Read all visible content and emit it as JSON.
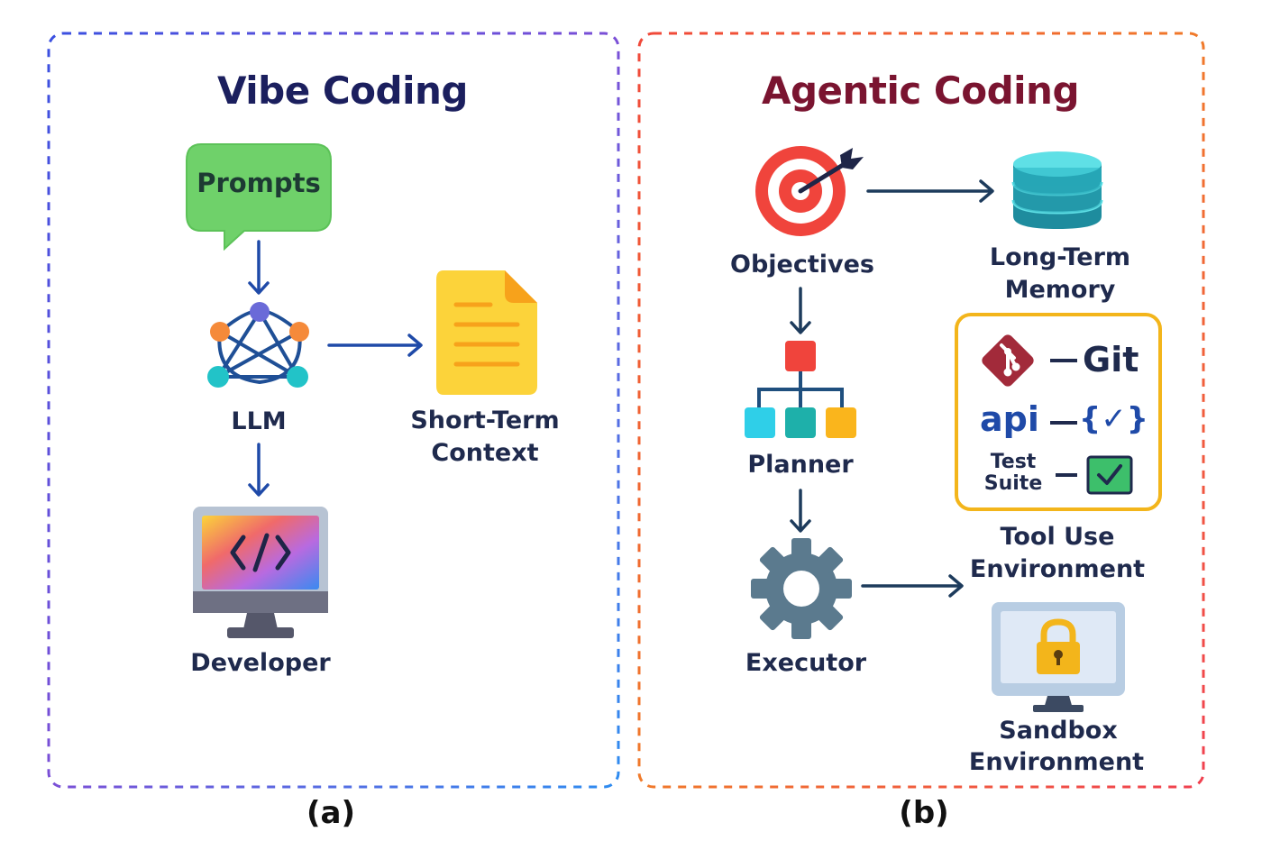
{
  "panels": {
    "a": {
      "title": "Vibe Coding",
      "caption": "(a)",
      "nodes": {
        "prompts": "Prompts",
        "llm": "LLM",
        "context_line1": "Short-Term",
        "context_line2": "Context",
        "developer": "Developer"
      },
      "icons": [
        "speech-bubble-icon",
        "network-icon",
        "document-icon",
        "monitor-code-icon"
      ]
    },
    "b": {
      "title": "Agentic Coding",
      "caption": "(b)",
      "nodes": {
        "objectives": "Objectives",
        "memory_line1": "Long-Term",
        "memory_line2": "Memory",
        "planner": "Planner",
        "executor": "Executor",
        "tools_line1": "Tool Use",
        "tools_line2": "Environment",
        "sandbox_line1": "Sandbox",
        "sandbox_line2": "Environment"
      },
      "tools": {
        "git": "Git",
        "api": "api",
        "api_symbol": "{✓}",
        "test_line1": "Test",
        "test_line2": "Suite"
      },
      "icons": [
        "target-icon",
        "database-icon",
        "hierarchy-icon",
        "gear-icon",
        "git-icon",
        "checkbox-icon",
        "lock-monitor-icon"
      ]
    }
  },
  "colors": {
    "vibe_title": "#1b1f5e",
    "agentic_title": "#7a1430",
    "arrow": "#1f4aa8",
    "arrow_b": "#1d3b5c",
    "tool_border": "#f3b51b"
  }
}
